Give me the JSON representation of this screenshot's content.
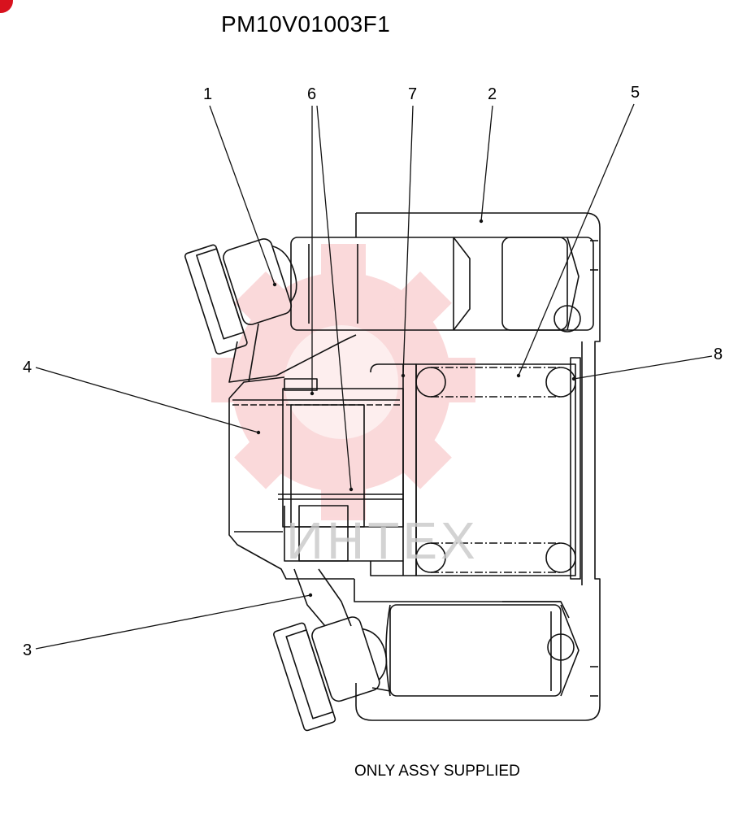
{
  "drawing": {
    "part_number": "PM10V01003F1",
    "note": "ONLY ASSY SUPPLIED"
  },
  "callouts": [
    {
      "id": "1",
      "label": "1"
    },
    {
      "id": "6",
      "label": "6"
    },
    {
      "id": "7",
      "label": "7"
    },
    {
      "id": "2",
      "label": "2"
    },
    {
      "id": "5",
      "label": "5"
    },
    {
      "id": "8",
      "label": "8"
    },
    {
      "id": "4",
      "label": "4"
    },
    {
      "id": "3",
      "label": "3"
    }
  ],
  "watermark": {
    "text": "ИНТЕХ",
    "color": "#f0787e"
  },
  "colors": {
    "line": "#111111",
    "badge": "#d8121e"
  }
}
